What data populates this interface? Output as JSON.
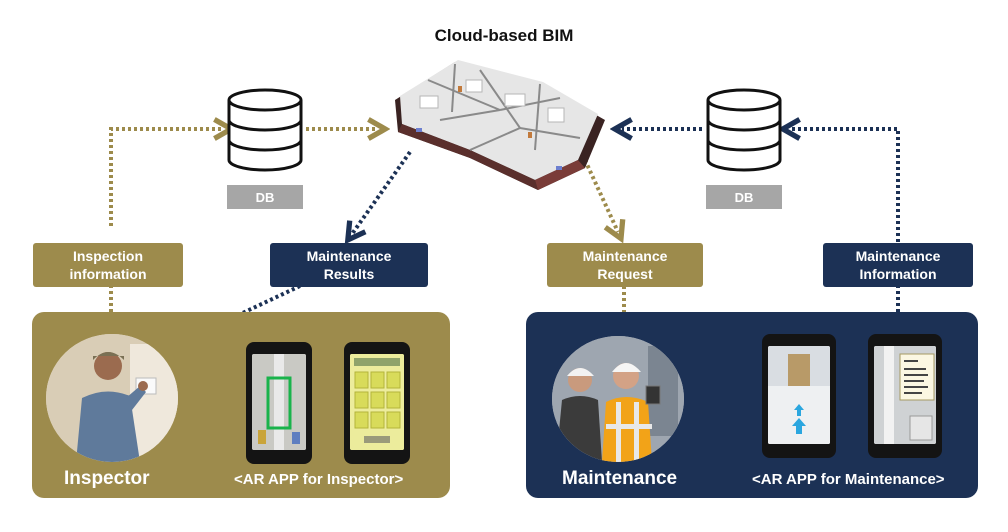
{
  "title": "Cloud-based BIM",
  "db_left": "DB",
  "db_right": "DB",
  "labels": {
    "inspection_info": [
      "Inspection",
      "information"
    ],
    "maintenance_results": [
      "Maintenance",
      "Results"
    ],
    "maintenance_request": [
      "Maintenance",
      "Request"
    ],
    "maintenance_info": [
      "Maintenance",
      "Information"
    ]
  },
  "panels": {
    "left": {
      "role": "Inspector",
      "app": "<AR APP for Inspector>"
    },
    "right": {
      "role": "Maintenance",
      "app": "<AR APP for Maintenance>"
    }
  },
  "colors": {
    "gold": "#9d8b4c",
    "navy": "#1c3155",
    "db_gray": "#a6a6a6"
  }
}
